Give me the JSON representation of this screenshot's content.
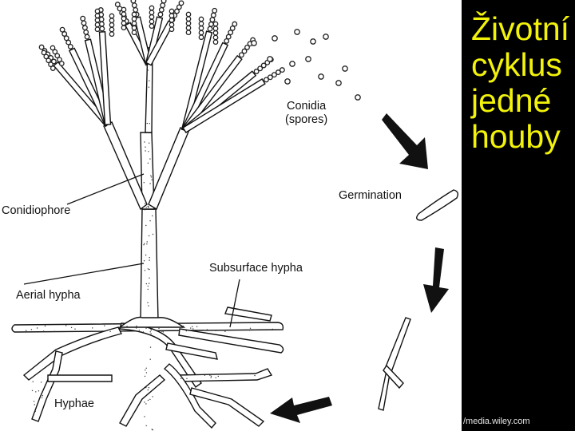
{
  "slide": {
    "title_lines": [
      "Životní",
      "cyklus",
      "jedné",
      "houby"
    ],
    "credit": "/media.wiley.com"
  },
  "colors": {
    "background": "#000000",
    "title": "#f2f20a",
    "diagram_bg": "#ffffff",
    "ink": "#111111"
  },
  "diagram": {
    "labels": {
      "conidia": [
        "Conidia",
        "(spores)"
      ],
      "germination": "Germination",
      "conidiophore": "Conidiophore",
      "subsurface_hypha": "Subsurface hypha",
      "aerial_hypha": "Aerial hypha",
      "hyphae": "Hyphae"
    },
    "cycle_arrows": [
      "arrow-down-right-icon",
      "arrow-down-icon",
      "arrow-left-icon"
    ]
  }
}
